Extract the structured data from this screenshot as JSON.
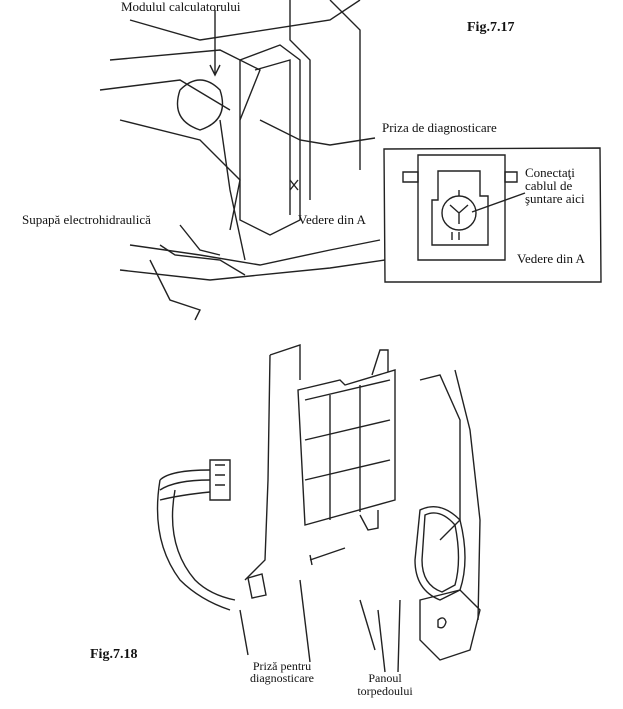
{
  "fig717": {
    "caption": "Fig.7.17",
    "labels": {
      "module": "Modulul calculatorului",
      "diag_socket": "Priza de diagnosticare",
      "valve": "Supapă electrohidraulică",
      "view_a": "Vedere din A"
    },
    "inset": {
      "line1": "Conectaţi",
      "line2": "cablul de",
      "line3": "şuntare aici",
      "view": "Vedere din A"
    }
  },
  "fig718": {
    "caption": "Fig.7.18",
    "diag_socket_line1": "Priză pentru",
    "diag_socket_line2": "diagnosticare",
    "panel_line1": "Panoul",
    "panel_line2": "torpedoului"
  }
}
